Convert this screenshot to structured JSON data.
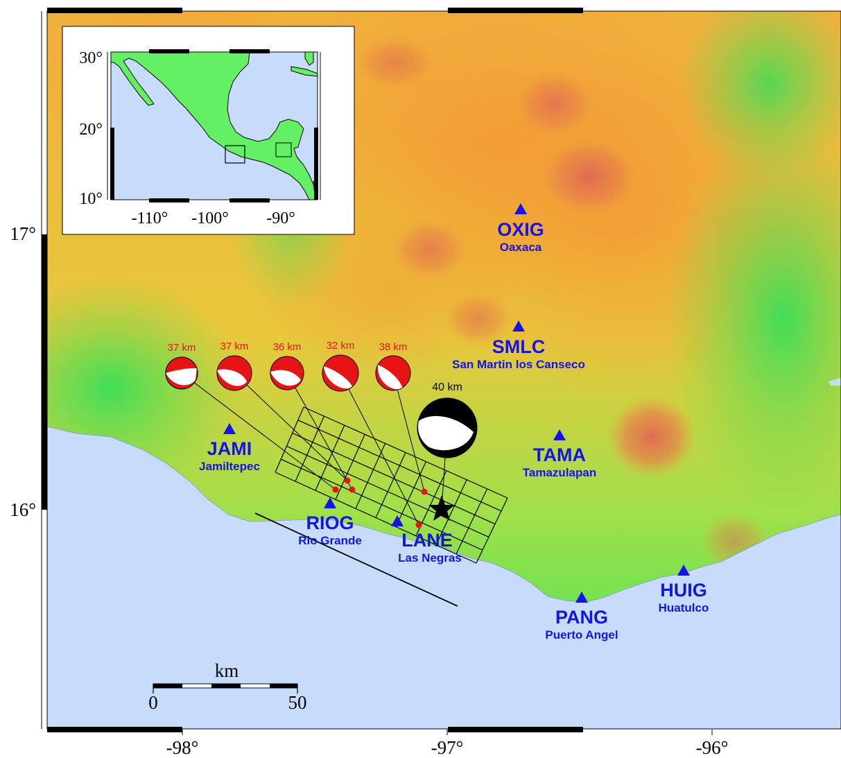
{
  "map": {
    "lon_ticks": [
      "-98°",
      "-97°",
      "-96°"
    ],
    "lat_ticks": [
      "17°",
      "16°"
    ],
    "colors": {
      "ocean": "#c6dcfa",
      "lowland": "#32e65a",
      "highland": "#f5aa3c",
      "peaks": "#e66e50",
      "station": "#1414e6",
      "event": "#e61414"
    }
  },
  "stations": [
    {
      "code": "OXIG",
      "name": "Oaxaca"
    },
    {
      "code": "SMLC",
      "name": "San Martin los Canseco"
    },
    {
      "code": "JAMI",
      "name": "Jamiltepec"
    },
    {
      "code": "TAMA",
      "name": "Tamazulapan"
    },
    {
      "code": "RIOG",
      "name": "Rio Grande"
    },
    {
      "code": "LANE",
      "name": "Las Negras"
    },
    {
      "code": "HUIG",
      "name": "Huatulco"
    },
    {
      "code": "PANG",
      "name": "Puerto Angel"
    }
  ],
  "mechanisms": {
    "aftershock_depths": [
      "37 km",
      "37 km",
      "36 km",
      "32 km",
      "38 km"
    ],
    "mainshock_depth": "40 km"
  },
  "scale_bar": {
    "unit": "km",
    "start": "0",
    "end": "50"
  },
  "inset": {
    "lat_ticks": [
      "30°",
      "20°",
      "10°"
    ],
    "lon_ticks": [
      "-110°",
      "-100°",
      "-90°"
    ]
  }
}
